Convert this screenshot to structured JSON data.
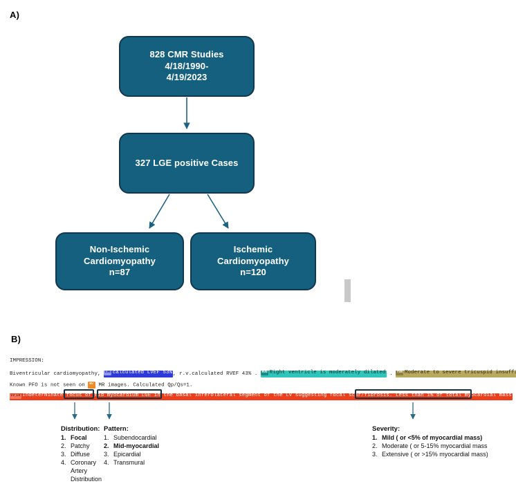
{
  "panels": {
    "a_label": "A)",
    "b_label": "B)"
  },
  "flowchart": {
    "boxes": [
      {
        "id": "studies",
        "lines": [
          "828 CMR Studies",
          "4/18/1990-",
          "4/19/2023"
        ]
      },
      {
        "id": "lge",
        "lines": [
          "327 LGE positive Cases"
        ]
      },
      {
        "id": "nicm",
        "lines": [
          "Non-Ischemic",
          "Cardiomyopathy",
          "n=87"
        ]
      },
      {
        "id": "icm",
        "lines": [
          "Ischemic",
          "Cardiomyopathy",
          "n=120"
        ]
      }
    ],
    "colors": {
      "box_fill": "#15607f",
      "box_border": "#11384f",
      "box_text": "#ffffff",
      "arrow": "#1d6283"
    }
  },
  "report": {
    "heading": "IMPRESSION:",
    "line2": {
      "pre": "Biventricular cardiomyopathy, ",
      "ent1_tag": "LVE",
      "ent1_text": "calculated LVEF 53%",
      "mid1": ",  r.v.calculated RVEF 43% . ",
      "ent2_tag": "RVE",
      "ent2_text": "Right ventricle is moderately dilated",
      "mid2": " . ",
      "ent3_tag": "TVR",
      "ent3_text": "Moderate to severe tricuspid insufficiency",
      "post": " ."
    },
    "line3": {
      "pre": "Known PFO is not seen on ",
      "ent_tag": "MV",
      "post": " MR images. Calculated Qp/Qs=1."
    },
    "line4": {
      "ent_tag": "LV_LG",
      "seg1": "Indeterminate ",
      "seg2_boxed": "focus of",
      "seg3": " ",
      "seg4_boxed": "mid myocardium LGE",
      "seg5": " in the basal inferolateral segment of the LV suggesting focal scar/fibrosis. ",
      "seg6_boxed": "Less than 1% of total myocardial mass",
      "post": " ."
    },
    "colors": {
      "lvef_highlight": "#2f3bd8",
      "rv_highlight": "#31c4ba",
      "tricuspid_highlight": "#b9a95f",
      "mv_highlight": "#f08a28",
      "lge_highlight": "#ee3f1c",
      "box_outline": "#14303f"
    }
  },
  "legends": [
    {
      "id": "distribution",
      "title": "Distribution:",
      "items": [
        {
          "num": "1.",
          "text": "Focal",
          "bold": true
        },
        {
          "num": "2.",
          "text": "Patchy",
          "bold": false
        },
        {
          "num": "3.",
          "text": "Diffuse",
          "bold": false
        },
        {
          "num": "4.",
          "text": "Coronary Artery Distribution",
          "bold": false
        }
      ]
    },
    {
      "id": "pattern",
      "title": "Pattern:",
      "items": [
        {
          "num": "1.",
          "text": "Subendocardial",
          "bold": false
        },
        {
          "num": "2.",
          "text": "Mid-myocardial",
          "bold": true
        },
        {
          "num": "3.",
          "text": "Epicardial",
          "bold": false
        },
        {
          "num": "4.",
          "text": "Transmural",
          "bold": false
        }
      ]
    },
    {
      "id": "severity",
      "title": "Severity:",
      "items": [
        {
          "num": "1.",
          "text": "Mild ( or <5% of myocardial mass)",
          "bold": true
        },
        {
          "num": "2.",
          "text": "Moderate ( or 5-15% myocardial mass",
          "bold": false
        },
        {
          "num": "3.",
          "text": "Extensive ( or >15% myocardial mass)",
          "bold": false
        }
      ]
    }
  ]
}
